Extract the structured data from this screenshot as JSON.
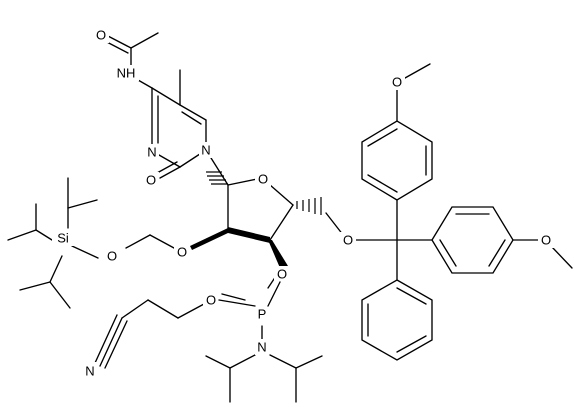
{
  "atoms": {
    "o_acetyl": "O",
    "nh_amide": "NH",
    "n3_ring": "N",
    "n1_ring": "N",
    "o_c2": "O",
    "o_ring": "O",
    "o_5prime": "O",
    "o_methoxy_top": "O",
    "o_methoxy_right": "O",
    "o_2prime": "O",
    "o_silyloxy": "O",
    "si": "Si",
    "o_3prime": "O",
    "o_phosphite": "O",
    "p": "P",
    "n_amine": "N",
    "n_nitrile": "N"
  }
}
